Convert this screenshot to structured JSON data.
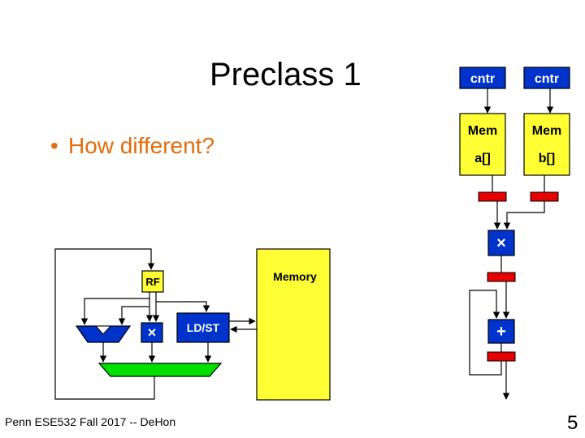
{
  "slide": {
    "title": "Preclass 1",
    "bullet": "How different?",
    "footer": "Penn ESE532 Fall 2017 -- DeHon",
    "page_number": "5"
  },
  "processor_diagram": {
    "rf_label": "RF",
    "multiply_label": "×",
    "ldst_label": "LD/ST",
    "memory_label": "Memory"
  },
  "dataflow_diagram": {
    "counter_a_label": "cntr",
    "counter_b_label": "cntr",
    "mem_a_label": "Mem",
    "mem_a_array": "a[]",
    "mem_b_label": "Mem",
    "mem_b_array": "b[]",
    "multiply_label": "×",
    "add_label": "+"
  },
  "colors": {
    "title": "#000000",
    "bullet": "#e46c0a",
    "blue": "#0033cc",
    "yellow": "#ffff33",
    "red": "#e60000",
    "green": "#00e000"
  }
}
